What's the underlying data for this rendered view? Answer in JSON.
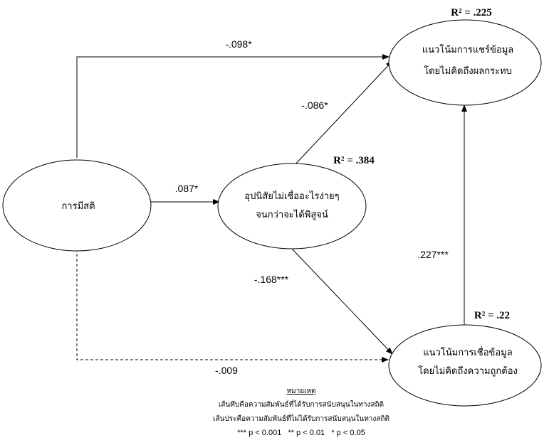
{
  "nodes": {
    "mindfulness": {
      "label": "การมีสติ"
    },
    "mediator": {
      "line1": "อุปนิสัยไม่เชื่ออะไรง่ายๆ",
      "line2": "จนกว่าจะได้พิสูจน์",
      "r2": "R² = .384"
    },
    "sharing": {
      "line1": "แนวโน้มการแชร์ข้อมูล",
      "line2": "โดยไม่คิดถึงผลกระทบ",
      "r2": "R² = .225"
    },
    "believing": {
      "line1": "แนวโน้มการเชื่อข้อมูล",
      "line2": "โดยไม่คิดถึงความถูกต้อง",
      "r2": "R² = .22"
    }
  },
  "paths": {
    "mindfulness_to_sharing": "-.098*",
    "mindfulness_to_mediator": ".087*",
    "mediator_to_sharing": "-.086*",
    "mediator_to_believing": "-.168***",
    "believing_to_sharing": ".227***",
    "mindfulness_to_believing": "-.009"
  },
  "notes": {
    "title": "หมายเหตุ",
    "solid_line": "เส้นทึบคือความสัมพันธ์ที่ได้รับการสนับสนุนในทางสถิติ",
    "dashed_line": "เส้นประคือความสัมพันธ์ที่ไม่ได้รับการสนับสนุนในทางสถิติ",
    "significance": "*** p < 0.001   ** p < 0.01   * p < 0.05"
  }
}
